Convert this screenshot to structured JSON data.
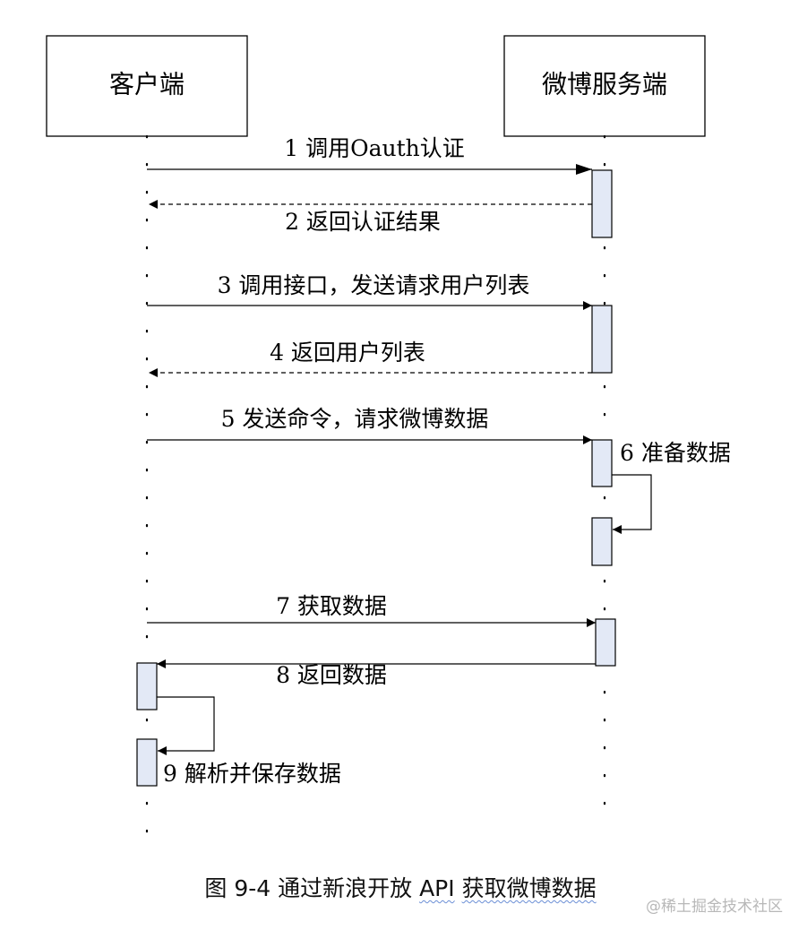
{
  "actors": {
    "client": "客户端",
    "server": "微博服务端"
  },
  "messages": [
    {
      "id": 1,
      "label": "1 调用Oauth认证",
      "from": "client",
      "to": "server",
      "style": "solid"
    },
    {
      "id": 2,
      "label": "2 返回认证结果",
      "from": "server",
      "to": "client",
      "style": "dashed"
    },
    {
      "id": 3,
      "label": "3 调用接口，发送请求用户列表",
      "from": "client",
      "to": "server",
      "style": "solid"
    },
    {
      "id": 4,
      "label": "4 返回用户列表",
      "from": "server",
      "to": "client",
      "style": "dashed"
    },
    {
      "id": 5,
      "label": "5 发送命令，请求微博数据",
      "from": "client",
      "to": "server",
      "style": "solid"
    },
    {
      "id": 6,
      "label": "6 准备数据",
      "from": "server",
      "to": "server",
      "style": "self"
    },
    {
      "id": 7,
      "label": "7 获取数据",
      "from": "client",
      "to": "server",
      "style": "solid"
    },
    {
      "id": 8,
      "label": "8 返回数据",
      "from": "server",
      "to": "client",
      "style": "solid"
    },
    {
      "id": 9,
      "label": "9 解析并保存数据",
      "from": "client",
      "to": "client",
      "style": "self"
    }
  ],
  "caption": {
    "prefix": "图 9-4 通过新浪开放 ",
    "api": "API",
    "space": " ",
    "highlight": "获取微博数据"
  },
  "watermark": "@稀土掘金技术社区",
  "colors": {
    "activation_fill": "#e3e9f6",
    "line": "#000000"
  }
}
